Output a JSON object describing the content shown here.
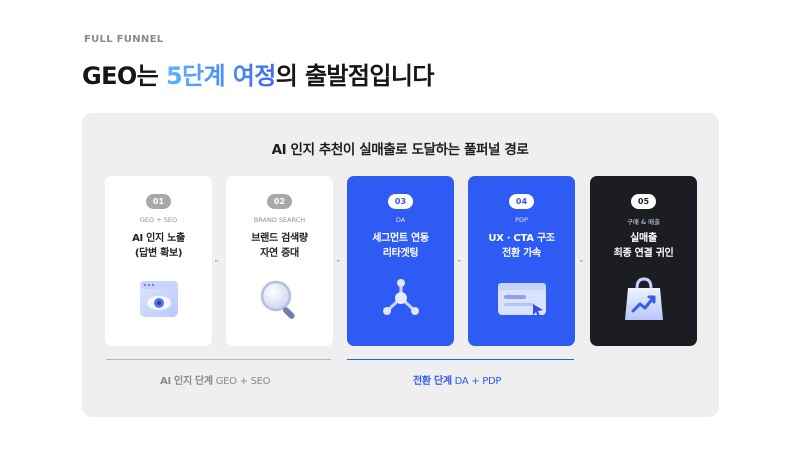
{
  "header": {
    "eyebrow": "FULL FUNNEL",
    "title_prefix": "GEO는 ",
    "title_highlight": "5단계 여정",
    "title_suffix": "의 출발점입니다"
  },
  "panel": {
    "title": "AI 인지 추천이 실매출로 도달하는 풀퍼널 경로"
  },
  "steps": [
    {
      "number": "01",
      "tag": "GEO + SEO",
      "label": "AI 인지 노출\n(답변 확보)",
      "icon": "browser-eye-icon"
    },
    {
      "number": "02",
      "tag": "BRAND SEARCH",
      "label": "브랜드 검색량\n자연 증대",
      "icon": "magnifier-icon"
    },
    {
      "number": "03",
      "tag": "DA",
      "label": "세그먼트 연동\n리타겟팅",
      "icon": "network-node-icon"
    },
    {
      "number": "04",
      "tag": "PDP",
      "label": "UX · CTA 구조\n전환 가속",
      "icon": "cursor-window-icon"
    },
    {
      "number": "05",
      "tag": "구매 & 매출",
      "label": "실매출\n최종 연결 귀인",
      "icon": "shopping-bag-growth-icon"
    }
  ],
  "arrow_glyph": "►",
  "phases": {
    "awareness": {
      "main": "AI 인지 단계",
      "sub": " GEO + SEO"
    },
    "conversion": {
      "main": "전환 단계",
      "sub": " DA + PDP"
    }
  },
  "colors": {
    "accent_blue": "#2f5bf5",
    "dark_card": "#1c1d22",
    "panel_bg": "#efeff0",
    "gradient_start": "#5bb4ff",
    "gradient_end": "#3b6cf5"
  }
}
